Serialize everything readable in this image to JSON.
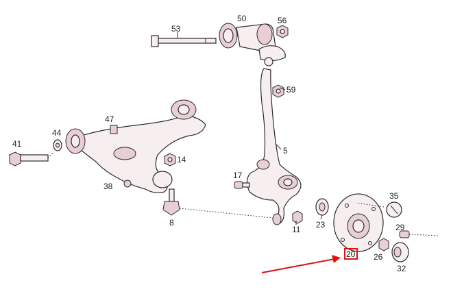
{
  "callouts": {
    "c53": "53",
    "c50": "50",
    "c56": "56",
    "c59": "59",
    "c47": "47",
    "c44": "44",
    "c41": "41",
    "c14": "14",
    "c38": "38",
    "c8": "8",
    "c5": "5",
    "c17": "17",
    "c11": "11",
    "c35": "35",
    "c23": "23",
    "c29": "29",
    "c26": "26",
    "c32": "32",
    "c20": "20"
  },
  "markers": {
    "highlight_color": "#e01010",
    "arrow_color": "#e01010",
    "part_tint": "#e8cfd5"
  }
}
